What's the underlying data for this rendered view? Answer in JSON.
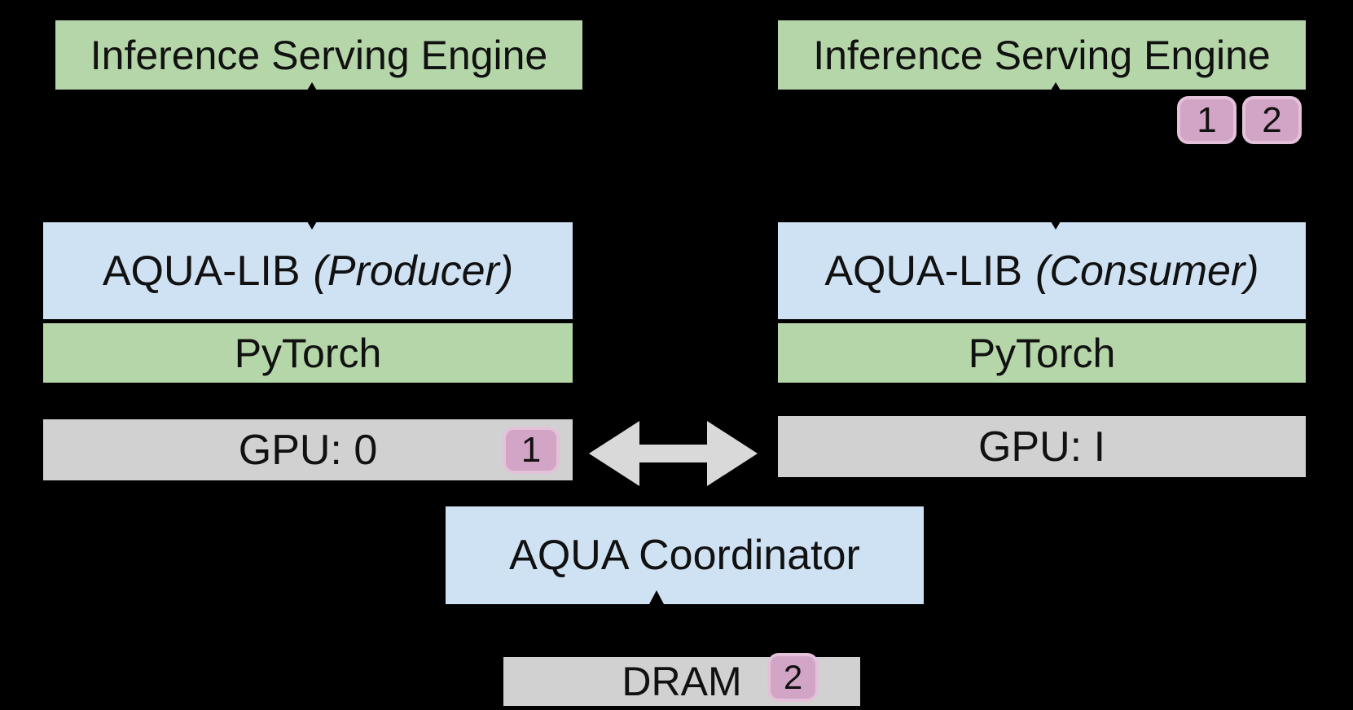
{
  "colors": {
    "background": "#000000",
    "box_green": "#b5d6a8",
    "box_blue": "#cfe2f3",
    "box_gray": "#d1d1d1",
    "badge_pink": "#d2a5c6",
    "badge_pink_border": "#e3c2d9",
    "arrow_gray": "#d9d9d9",
    "text": "#111111"
  },
  "producer_stack": {
    "engine_label": "Inference Serving Engine",
    "aqua_lib_label": "AQUA-LIB",
    "aqua_lib_role": "(Producer)",
    "pytorch_label": "PyTorch",
    "gpu_label": "GPU: 0",
    "gpu_badge": "1"
  },
  "consumer_stack": {
    "engine_label": "Inference Serving Engine",
    "engine_badges": [
      "1",
      "2"
    ],
    "aqua_lib_label": "AQUA-LIB",
    "aqua_lib_role": "(Consumer)",
    "pytorch_label": "PyTorch",
    "gpu_label": "GPU: I"
  },
  "coordinator": {
    "label": "AQUA Coordinator"
  },
  "dram": {
    "label": "DRAM",
    "badge": "2"
  }
}
